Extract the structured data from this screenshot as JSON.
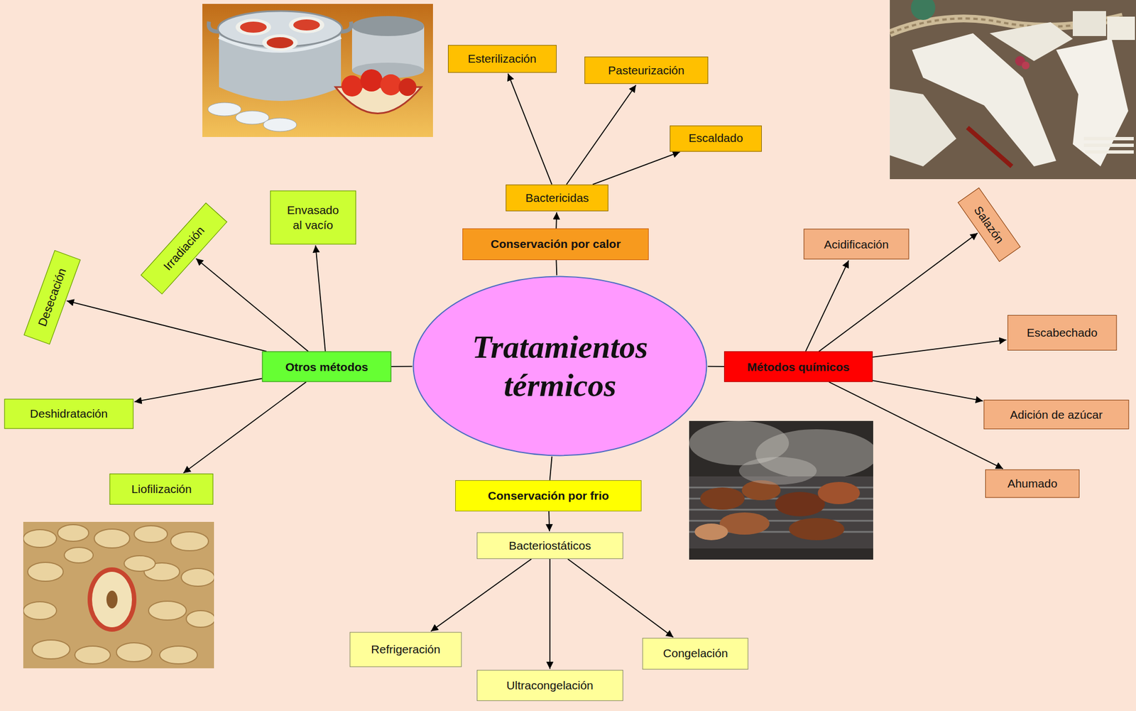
{
  "diagram": {
    "nodes": [
      {
        "text": [
          "Tratamientos térmicos"
        ]
      },
      {
        "text": [
          "Conservación por calor"
        ]
      },
      {
        "text": [
          "Bactericidas"
        ]
      },
      {
        "text": [
          "Esterilización"
        ]
      },
      {
        "text": [
          "Pasteurización"
        ]
      },
      {
        "text": [
          "Escaldado"
        ]
      },
      {
        "text": [
          "Métodos químicos"
        ]
      },
      {
        "text": [
          "Acidificación"
        ]
      },
      {
        "text": [
          "Salazón"
        ]
      },
      {
        "text": [
          "Escabechado"
        ]
      },
      {
        "text": [
          "Adición de azúcar"
        ]
      },
      {
        "text": [
          "Ahumado"
        ]
      },
      {
        "text": [
          "Conservación por frio"
        ]
      },
      {
        "text": [
          "Bacteriostáticos"
        ]
      },
      {
        "text": [
          "Refrigeración"
        ]
      },
      {
        "text": [
          "Ultracongelación"
        ]
      },
      {
        "text": [
          "Congelación"
        ]
      },
      {
        "text": [
          "Otros métodos"
        ]
      },
      {
        "text": [
          "Desecación"
        ]
      },
      {
        "text": [
          "Irradiación"
        ]
      },
      {
        "text": [
          "Envasado al vacío"
        ]
      },
      {
        "text": [
          "Deshidratación"
        ]
      },
      {
        "text": [
          "Liofilización"
        ]
      }
    ],
    "edges": [
      {
        "from": 0,
        "to": 1,
        "arrow": "none"
      },
      {
        "from": 1,
        "to": 2,
        "arrow": "to"
      },
      {
        "from": 2,
        "to": 3,
        "arrow": "to"
      },
      {
        "from": 2,
        "to": 4,
        "arrow": "to"
      },
      {
        "from": 2,
        "to": 5,
        "arrow": "to"
      },
      {
        "from": 0,
        "to": 6,
        "arrow": "none"
      },
      {
        "from": 6,
        "to": 7,
        "arrow": "to"
      },
      {
        "from": 6,
        "to": 8,
        "arrow": "to"
      },
      {
        "from": 6,
        "to": 9,
        "arrow": "to"
      },
      {
        "from": 6,
        "to": 10,
        "arrow": "to"
      },
      {
        "from": 6,
        "to": 11,
        "arrow": "to"
      },
      {
        "from": 0,
        "to": 12,
        "arrow": "none"
      },
      {
        "from": 12,
        "to": 13,
        "arrow": "to"
      },
      {
        "from": 13,
        "to": 14,
        "arrow": "to"
      },
      {
        "from": 13,
        "to": 15,
        "arrow": "to"
      },
      {
        "from": 13,
        "to": 16,
        "arrow": "to"
      },
      {
        "from": 0,
        "to": 17,
        "arrow": "none"
      },
      {
        "from": 17,
        "to": 18,
        "arrow": "to"
      },
      {
        "from": 17,
        "to": 19,
        "arrow": "to"
      },
      {
        "from": 17,
        "to": 20,
        "arrow": "to"
      },
      {
        "from": 17,
        "to": 21,
        "arrow": "to"
      },
      {
        "from": 17,
        "to": 22,
        "arrow": "to"
      }
    ]
  }
}
